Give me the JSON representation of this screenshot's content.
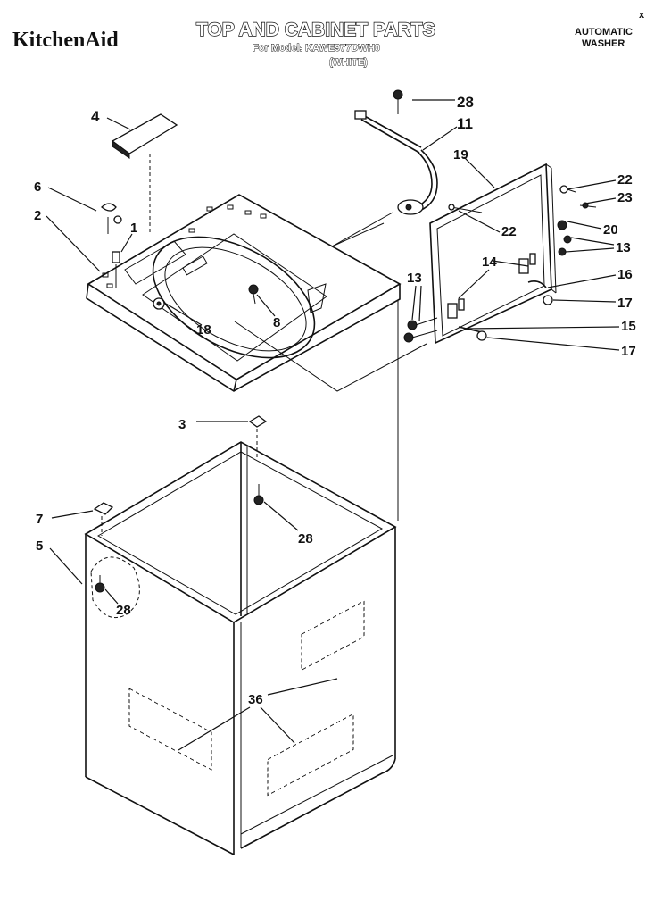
{
  "header": {
    "brand": "KitchenAid",
    "title": "TOP AND CABINET PARTS",
    "model_line": "For Model: KAWE977DWH0",
    "color_line": "(WHITE)",
    "product_line1": "AUTOMATIC",
    "product_line2": "WASHER",
    "corner_mark": "x"
  },
  "callouts": {
    "c28a": "28",
    "c11": "11",
    "c4": "4",
    "c19": "19",
    "c22a": "22",
    "c23": "23",
    "c6": "6",
    "c2": "2",
    "c1": "1",
    "c22b": "22",
    "c20": "20",
    "c13a": "13",
    "c14": "14",
    "c16": "16",
    "c13b": "13",
    "c17a": "17",
    "c8": "8",
    "c18": "18",
    "c15": "15",
    "c17b": "17",
    "c3": "3",
    "c28b": "28",
    "c7": "7",
    "c5": "5",
    "c28c": "28",
    "c36": "36"
  }
}
